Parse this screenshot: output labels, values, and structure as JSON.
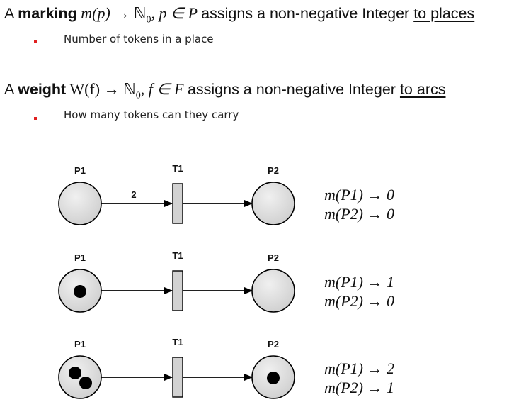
{
  "marking": {
    "prefix": "A ",
    "term": "marking",
    "formula_sig": " m(p) ",
    "arrow": "→ ℕ",
    "sub0": "0",
    "formula_dom": ", p ∈ P ",
    "rest": "assigns a non-negative Integer ",
    "target": "to places",
    "bullet": "Number of tokens in a place"
  },
  "weight": {
    "prefix": "A ",
    "term": "weight",
    "formula_sig": " W(f) ",
    "arrow": "→ ℕ",
    "sub0": "0",
    "formula_dom": ", f ∈ F ",
    "rest": "assigns a non-negative Integer ",
    "target": "to arcs",
    "bullet": "How many tokens can they carry"
  },
  "colors": {
    "place_fill": "#dcdcdc",
    "transition_fill": "#d2d2d2",
    "token": "#000000",
    "bullet": "#e02020"
  },
  "nets": [
    {
      "p1": "P1",
      "t1": "T1",
      "p2": "P2",
      "arc_weight": "2",
      "p1_tokens": 0,
      "p2_tokens": 0,
      "eq1": "m(P1) → 0",
      "eq2": "m(P2) → 0"
    },
    {
      "p1": "P1",
      "t1": "T1",
      "p2": "P2",
      "arc_weight": "",
      "p1_tokens": 1,
      "p2_tokens": 0,
      "eq1": "m(P1) → 1",
      "eq2": "m(P2) → 0"
    },
    {
      "p1": "P1",
      "t1": "T1",
      "p2": "P2",
      "arc_weight": "",
      "p1_tokens": 2,
      "p2_tokens": 1,
      "eq1": "m(P1) → 2",
      "eq2": "m(P2) → 1"
    }
  ]
}
